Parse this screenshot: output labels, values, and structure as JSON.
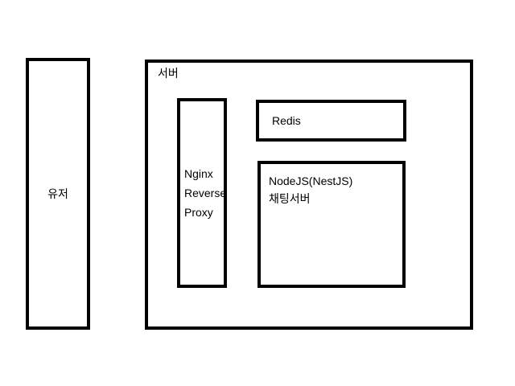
{
  "canvas": {
    "background_color": "#ffffff",
    "border_color": "#000000",
    "text_color": "#000000"
  },
  "diagram": {
    "user_box": {
      "label": "유저"
    },
    "server_box": {
      "label": "서버"
    },
    "nginx_box": {
      "lines": [
        "Nginx",
        "Reverse",
        "Proxy"
      ]
    },
    "redis_box": {
      "label": "Redis"
    },
    "nodejs_box": {
      "lines": [
        "NodeJS(NestJS)",
        "채팅서버"
      ]
    }
  }
}
